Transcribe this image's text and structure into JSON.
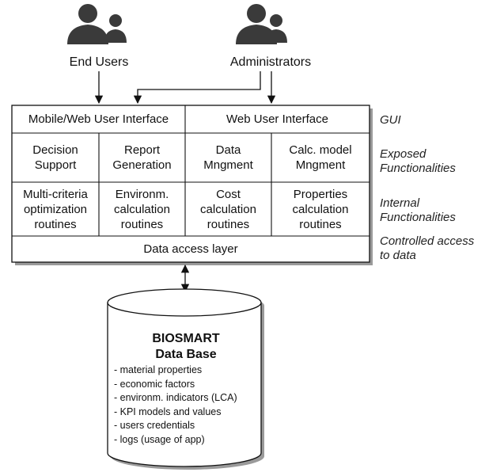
{
  "actors": {
    "end_users": "End Users",
    "administrators": "Administrators"
  },
  "architecture": {
    "gui_row": [
      "Mobile/Web User Interface",
      "Web User Interface"
    ],
    "exposed_row": [
      "Decision\nSupport",
      "Report\nGeneration",
      "Data\nMngment",
      "Calc. model\nMngment"
    ],
    "internal_row": [
      "Multi-criteria\noptimization\nroutines",
      "Environm.\ncalculation\nroutines",
      "Cost\ncalculation\nroutines",
      "Properties\ncalculation\nroutines"
    ],
    "data_access": "Data access layer"
  },
  "layer_labels": {
    "gui": "GUI",
    "exposed": "Exposed\nFunctionalities",
    "internal": "Internal\nFunctionalities",
    "controlled": "Controlled access\nto data"
  },
  "database": {
    "title_line1": "BIOSMART",
    "title_line2": "Data Base",
    "items": [
      "- material properties",
      "- economic factors",
      "- environm. indicators (LCA)",
      "- KPI models and values",
      "- users credentials",
      "- logs (usage of app)"
    ]
  },
  "colors": {
    "stroke": "#111111",
    "icon": "#3a3a3a",
    "background": "#ffffff",
    "shadow": "#9a9a9a"
  }
}
